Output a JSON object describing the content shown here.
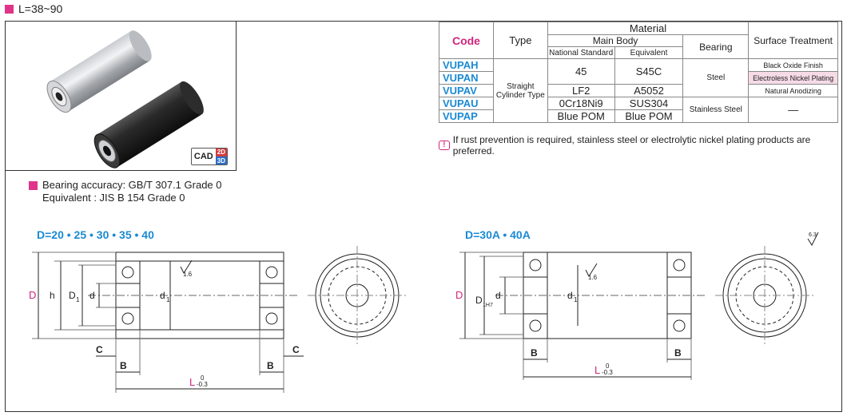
{
  "header": {
    "length_range": "L=38~90"
  },
  "product": {
    "cad_label": "CAD",
    "cad_2d": "2D",
    "cad_3d": "3D"
  },
  "bearing_note": {
    "line1": "Bearing accuracy: GB/T 307.1 Grade 0",
    "line2": "Equivalent : JIS B 154 Grade 0"
  },
  "table": {
    "headers": {
      "code": "Code",
      "type": "Type",
      "material": "Material",
      "main_body": "Main Body",
      "national": "National Standard",
      "equivalent": "Equivalent",
      "bearing": "Bearing",
      "surface": "Surface Treatment"
    },
    "codes": [
      "VUPAH",
      "VUPAN",
      "VUPAV",
      "VUPAU",
      "VUPAP"
    ],
    "type_line1": "Straight",
    "type_line2": "Cylinder Type",
    "national": [
      "45",
      "LF2",
      "0Cr18Ni9",
      "Blue POM"
    ],
    "equivalent": [
      "S45C",
      "A5052",
      "SUS304",
      "Blue POM"
    ],
    "bearing": [
      "Steel",
      "Stainless Steel"
    ],
    "surface": [
      "Black Oxide Finish",
      "Electroless Nickel Plating",
      "Natural Anodizing",
      "—"
    ]
  },
  "rust_note": {
    "icon": "!",
    "text": "If rust prevention is required, stainless steel or electrolytic nickel plating products are preferred."
  },
  "drawing_left": {
    "title": "D=20 • 25 • 30 • 35 • 40",
    "labels": {
      "D": "D",
      "h": "h",
      "D1": "D",
      "D1_sub": "1",
      "d": "d",
      "d1": "d",
      "d1_sub": "1",
      "C": "C",
      "B": "B",
      "L": "L",
      "tol_upper": "0",
      "tol_lower": "-0.3",
      "rough": "1.6"
    }
  },
  "drawing_right": {
    "title": "D=30A • 40A",
    "labels": {
      "D": "D",
      "D1": "D",
      "D1_sub": "1H7",
      "d": "d",
      "d1": "d",
      "d1_sub": "1",
      "B": "B",
      "L": "L",
      "tol_upper": "0",
      "tol_lower": "-0.3",
      "rough": "1.6",
      "surface_rough": "6.3"
    }
  },
  "colors": {
    "accent_pink": "#e0338a",
    "code_blue": "#1a8ad4",
    "shade": "#f6dbe6"
  }
}
